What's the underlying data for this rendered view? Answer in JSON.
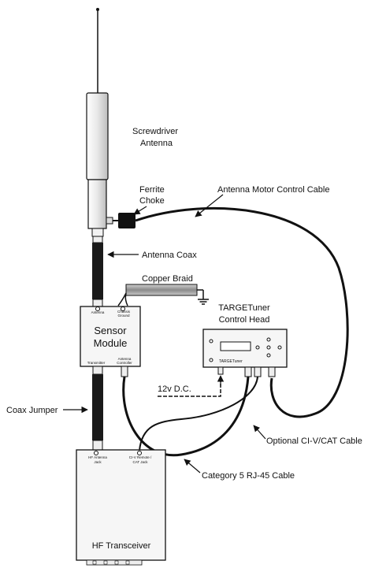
{
  "labels": {
    "antenna_line1": "Screwdriver",
    "antenna_line2": "Antenna",
    "choke_line1": "Ferrite",
    "choke_line2": "Choke",
    "motor_cable": "Antenna Motor Control Cable",
    "antenna_coax": "Antenna Coax",
    "copper_braid": "Copper Braid",
    "control_head_line1": "TARGETuner",
    "control_head_line2": "Control Head",
    "sensor_line1": "Sensor",
    "sensor_line2": "Module",
    "sensor_port_antenna": "Antenna",
    "sensor_port_ground1": "Chassis",
    "sensor_port_ground2": "Ground",
    "sensor_port_transmitter": "Transmitter",
    "sensor_port_controller1": "Antenna",
    "sensor_port_controller2": "Controller",
    "power": "12v D.C.",
    "coax_jumper": "Coax Jumper",
    "civ_cable": "Optional CI-V/CAT Cable",
    "cat5_cable": "Category 5 RJ-45 Cable",
    "transceiver": "HF Transceiver",
    "tx_jack_antenna1": "HF Antenna",
    "tx_jack_antenna2": "Jack",
    "tx_jack_civ1": "CI-V Remote /",
    "tx_jack_civ2": "CAT Jack",
    "head_brand": "TARGETuner"
  },
  "colors": {
    "line": "#111111",
    "coax": "#1a1a1a",
    "antenna_body": "#ededed",
    "braid": "#9a9a9a",
    "box": "#f6f6f6"
  }
}
